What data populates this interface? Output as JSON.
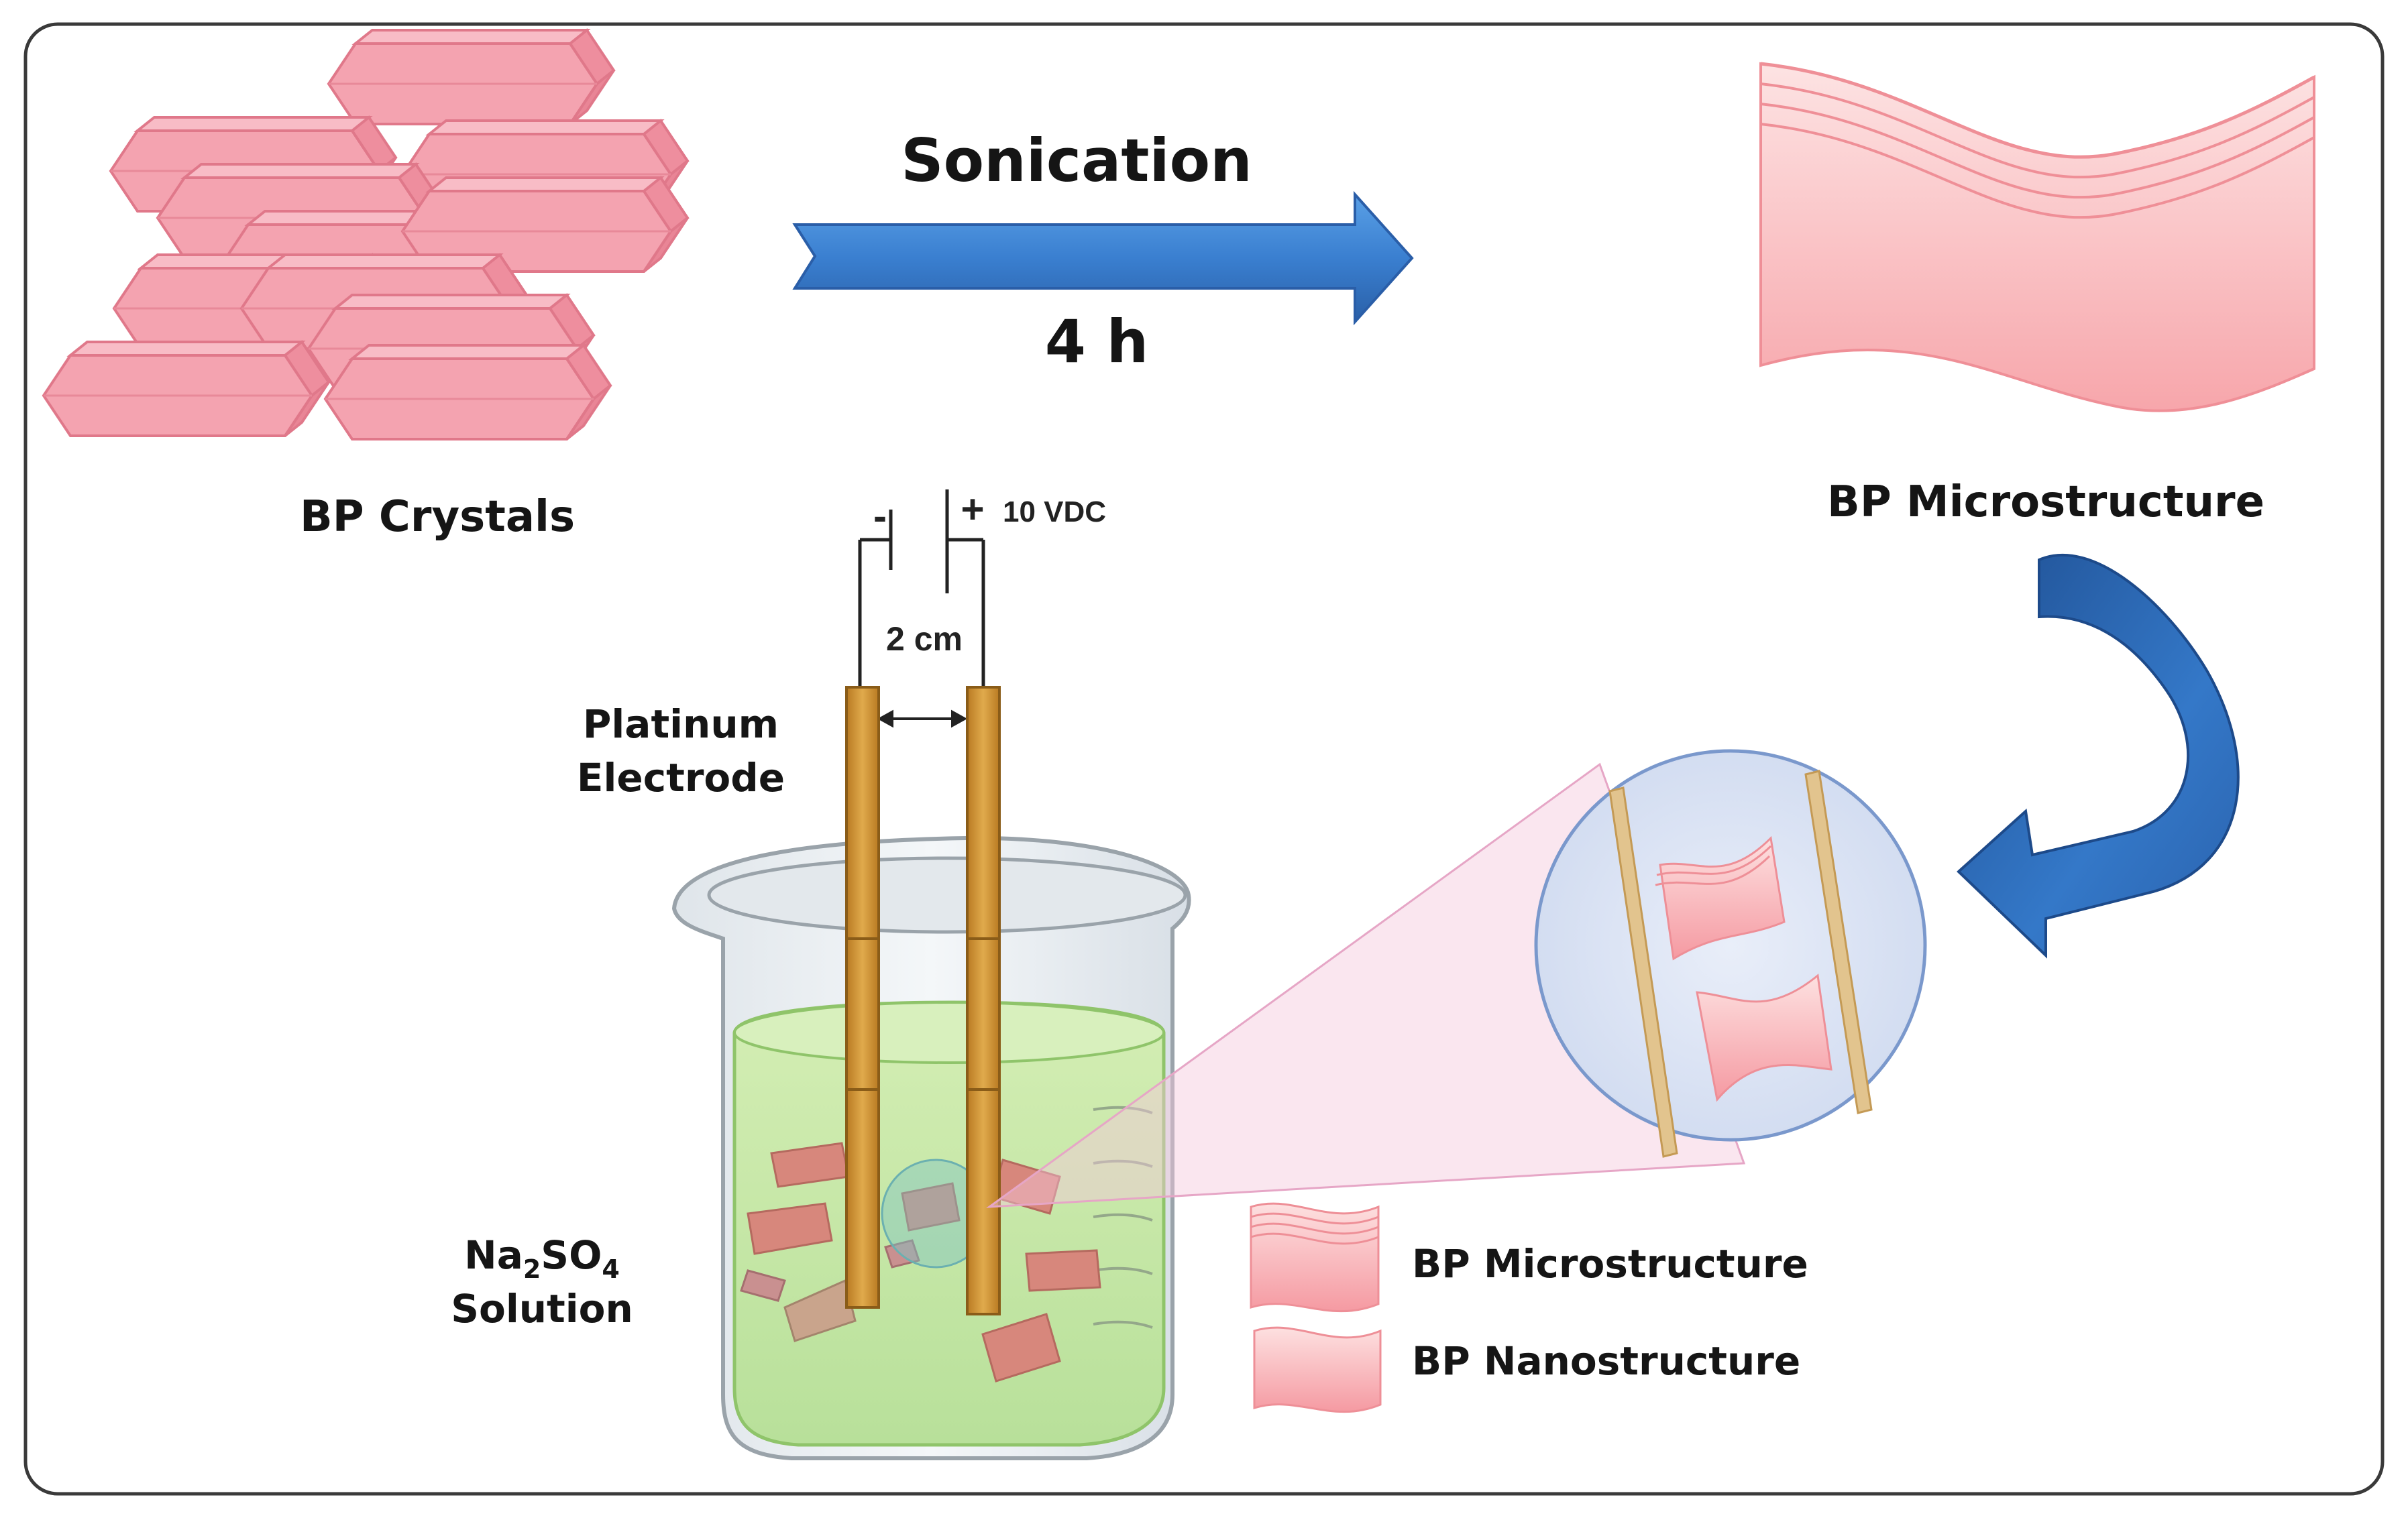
{
  "process_top": {
    "step_label": "Sonication",
    "duration": "4 h"
  },
  "labels": {
    "bp_crystals": "BP Crystals",
    "bp_microstructure_top": "BP Microstructure",
    "voltage": "10 VDC",
    "minus": "-",
    "plus": "+",
    "spacing": "2 cm",
    "electrode_line1": "Platinum",
    "electrode_line2": "Electrode",
    "solution_na": "Na",
    "solution_sub2": "2",
    "solution_so": "SO",
    "solution_sub4": "4",
    "solution_line2": "Solution"
  },
  "legend": {
    "items": [
      {
        "label": "BP Microstructure"
      },
      {
        "label": "BP Nanostructure"
      }
    ]
  },
  "colors": {
    "crystal_fill": "#f2a0ad",
    "crystal_stroke": "#e07888",
    "sheet_fill": "#f9b4b8",
    "arrow_blue": "#3f86d4",
    "arrow_dark": "#2a5ea8",
    "electrode": "#d29a3a",
    "solution": "#c9e8a8",
    "frame": "#3a3a3a"
  }
}
